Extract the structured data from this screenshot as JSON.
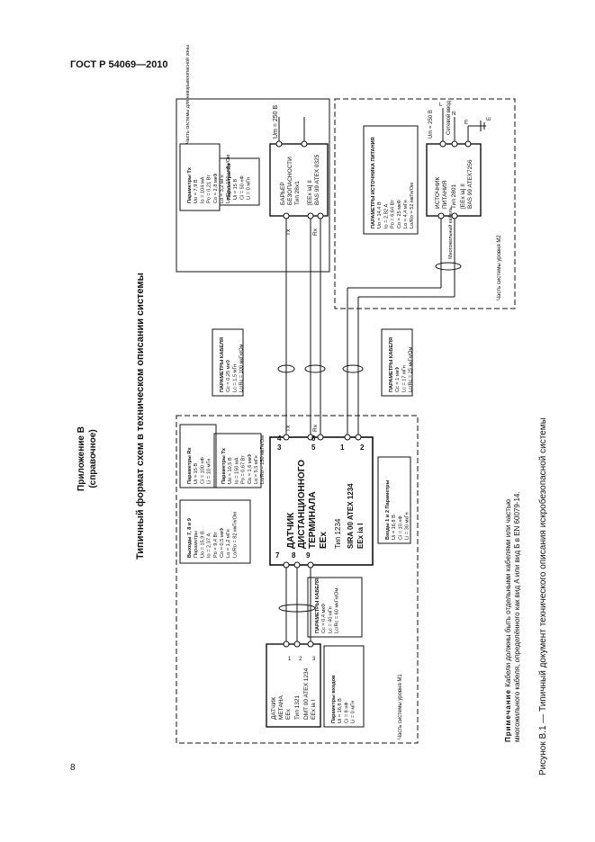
{
  "header": "ГОСТ Р 54069—2010",
  "page_number": "8",
  "appendix": {
    "label": "Приложение В",
    "kind": "(справочное)"
  },
  "title": "Типичный формат схем в техническом описании системы",
  "caption": "Рисунок В.1 — Типичный документ технического описания искробезопасной системы",
  "note": {
    "label": "Примечание",
    "text": "Кабели должны быть отдельными кабелями или частью многожильного кабеля, определённого как вид А или вид Б в EN 60079-14."
  },
  "diagram": {
    "barrier": {
      "l1": "БАРЬЕР",
      "l2": "БЕЗОПАСНОСТИ",
      "l3": "Тип 28х1",
      "l4": "[EEx ia] II",
      "l5": "BAS 99 ATEX 0325"
    },
    "power": {
      "l1": "ИСТОЧНИК",
      "l2": "ПИТАНИЯ",
      "l3": "Тип 2801",
      "l4": "[EEx ia] II",
      "l5": "BAS 99 ATEX7256"
    },
    "terminal": {
      "l1": "ДАТЧИК",
      "l2": "ДИСТАНЦИОННОГО",
      "l3": "ТЕРМИНАЛА",
      "l4": "EEx",
      "l5": "Тип 1234",
      "l6": "SIRA 00 ATEX 1234",
      "l7": "EEx ia I"
    },
    "sensor": {
      "l1": "ДАТЧИК",
      "l2": "МЕТАНА",
      "l3": "EEx",
      "l4": "Тип 1321",
      "l5": "DMT 00 ATEX 1234",
      "l6": "EEx ia I"
    },
    "um": "Um = 250 В",
    "um2": "Um = 250 В",
    "zone_safe": "Часть системы для невзрывоопасной зоны",
    "zone_m2": "Часть системы уровня M2",
    "zone_m1": "Часть системы уровня M1",
    "mains": "Сетевой ввод",
    "pe": "E",
    "cable_conn": "Многожильный кабель",
    "tx": "Tx",
    "rx": "Rx",
    "params_tx": [
      "Параметры Tx",
      "Uo = 7,9 В",
      "Io = 104 мА",
      "Po = 0,21 Вт",
      "Co = 2,8 мкФ",
      "Lo = 3,2 мГн",
      "Lo/Ro = 150 мкГн/Ом"
    ],
    "params_rx": [
      "Параметры Rx",
      "Ui = 15 В",
      "Ci = 50 нФ",
      "Li = 0 мГн"
    ],
    "params_supply": [
      "ПАРАМЕТРЫ ИСТОЧНИКА ПИТАНИЯ",
      "Uo = 14,4 В",
      "Io = 2,82 А",
      "Po = 6,64 Вт",
      "Co = 25 мкФ",
      "Lo = 4,4 мГн",
      "Lo/Ro = 52 мкГн/Ом"
    ],
    "params_cable1": [
      "ПАРАМЕТРЫ КАБЕЛЯ",
      "Cc = 0,25 мкФ",
      "Lc = 1,5 мГн",
      "Lc/Rc = 100 мкГн/Ом"
    ],
    "params_cable2": [
      "ПАРАМЕТРЫ КАБЕЛЯ",
      "Cc = 1 мкФ",
      "Lc = 17 мГн",
      "Lc/Rc = 25 мкГн/Ом"
    ],
    "params_cable3": [
      "ПАРАМЕТРЫ КАБЕЛЯ",
      "Cc = 0,4 мкФ",
      "Lc = 40 мГн",
      "Lc/Rc = 60 мкГн/Ом"
    ],
    "params_term_rx": [
      "Параметры Rx",
      "Ui = 15 В",
      "Ci = 100 нФ",
      "Li = 10 мГн"
    ],
    "params_term_tx": [
      "Параметры Tx",
      "Uo = 10,5 В",
      "Io = 150 мА",
      "Po = 0,67 Вт",
      "Co = 1,6 мкФ",
      "Lo = 5,5 мГн",
      "Lo/Ro = 150 мкГн/Ом"
    ],
    "params_term_out": [
      "Выходы 7, 8 и 9",
      "Параметры",
      "Uo = 15,9 В",
      "Io = 2,37 А",
      "Po = 9,4 Вт",
      "Co = 0,5 мкФ",
      "Lo = 1,2 мГн",
      "Lo/Ro = 82 мкГн/Ом"
    ],
    "params_term_in": [
      "Входы 1 и 2 Параметры",
      "Ui = 16,8 В",
      "Ci = 10 нФ",
      "Li = 30 мкГн"
    ],
    "params_sensor": [
      "Параметры входов",
      "Ui = 16,8 В",
      "Ci = 8 нФ",
      "Li = 0 мГн"
    ],
    "t1": "1",
    "t2": "2",
    "t3": "3",
    "t4": "4",
    "t5": "5",
    "t6": "6",
    "t7": "7",
    "t8": "8",
    "t9": "9",
    "p1": "1",
    "p2": "2",
    "p3": "3",
    "pL": "L",
    "pN": "N",
    "pE": "E"
  }
}
